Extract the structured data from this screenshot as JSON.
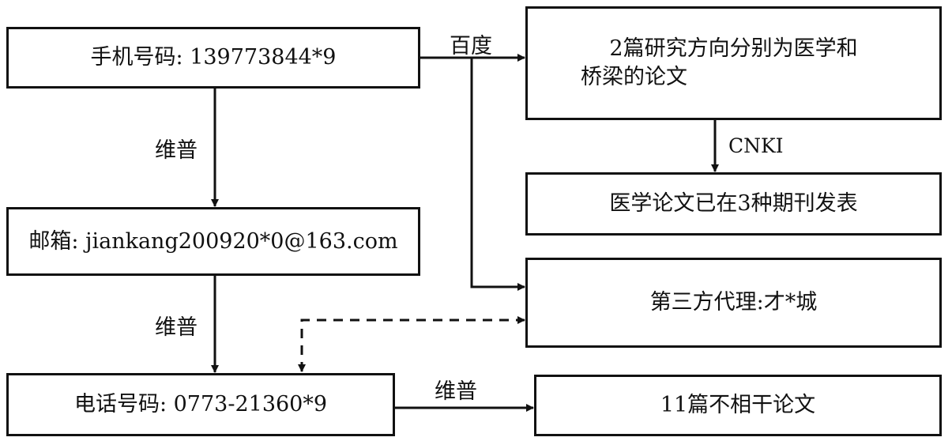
{
  "boxes": {
    "phone_mobile": "手机号码: 139773844*9",
    "email": "邮箱: jiankang200920*0@163.com",
    "phone_tel": "电话号码: 0773-21360*9",
    "papers_line1": "2篇研究方向分别为医学和",
    "papers_line2": "桥梁的论文",
    "published": "医学论文已在3种期刊发表",
    "agent": "第三方代理:才*城",
    "unrelated": "11篇不相干论文"
  },
  "edge_labels": {
    "baidu": "百度",
    "weipu_1": "维普",
    "weipu_2": "维普",
    "weipu_3": "维普",
    "cnki": "CNKI"
  }
}
